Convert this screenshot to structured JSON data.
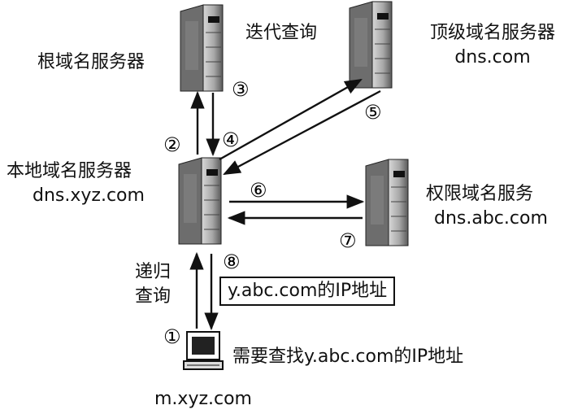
{
  "nodes": {
    "root_server": {
      "name": "根域名服务器"
    },
    "tld_server": {
      "name": "顶级域名服务器",
      "domain": "dns.com"
    },
    "local_server": {
      "name": "本地域名服务器",
      "domain": "dns.xyz.com"
    },
    "auth_server": {
      "name": "权限域名服务",
      "domain": "dns.abc.com"
    },
    "client": {
      "domain": "m.xyz.com"
    }
  },
  "labels": {
    "iterative_query": "迭代查询",
    "recursive_query_line1": "递归",
    "recursive_query_line2": "查询",
    "client_request": "需要查找y.abc.com的IP地址",
    "answer_box": "y.abc.com的IP地址"
  },
  "steps": [
    "①",
    "②",
    "③",
    "④",
    "⑤",
    "⑥",
    "⑦",
    "⑧"
  ],
  "colors": {
    "line": "#111111",
    "server_dark": "#555555",
    "server_light": "#bdbdbd",
    "background": "#ffffff"
  }
}
